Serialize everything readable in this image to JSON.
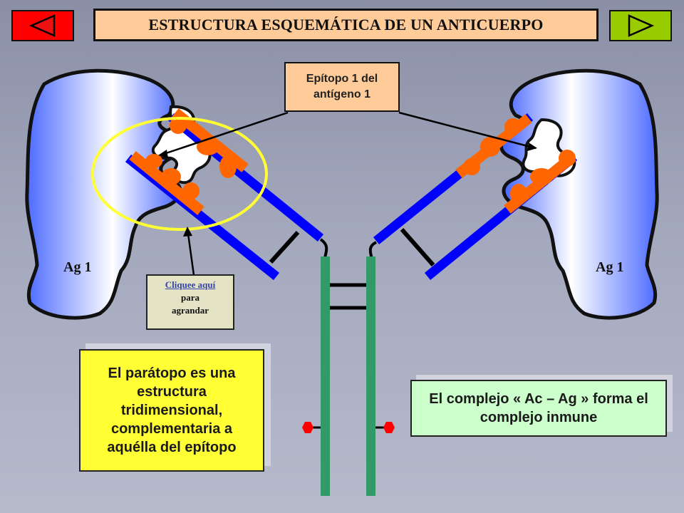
{
  "title": "ESTRUCTURA ESQUEMÁTICA DE UN ANTICUERPO",
  "nav": {
    "prev_icon": "triangle-left-icon",
    "next_icon": "triangle-right-icon",
    "prev_color": "#ff0000",
    "next_color": "#99cc00"
  },
  "epitope_callout": {
    "line1": "Epítopo 1 del",
    "line2": "antígeno 1"
  },
  "antigen_left_label": "Ag 1",
  "antigen_right_label": "Ag 1",
  "click_box": {
    "link": "Cliquee aquí",
    "line2": "para",
    "line3": "agrandar"
  },
  "paratope_note": "El parátopo es una estructura tridimensional, complementaria a aquélla del epítopo",
  "complex_note": "El complejo « Ac – Ag » forma el complejo inmune",
  "colors": {
    "heavy_chain": "#339966",
    "light_chain": "#0000ff",
    "variable_region": "#ff6600",
    "antigen_fill": "#4466ff",
    "highlight_circle": "#ffff33",
    "disulfide_marker": "#ff0000"
  }
}
